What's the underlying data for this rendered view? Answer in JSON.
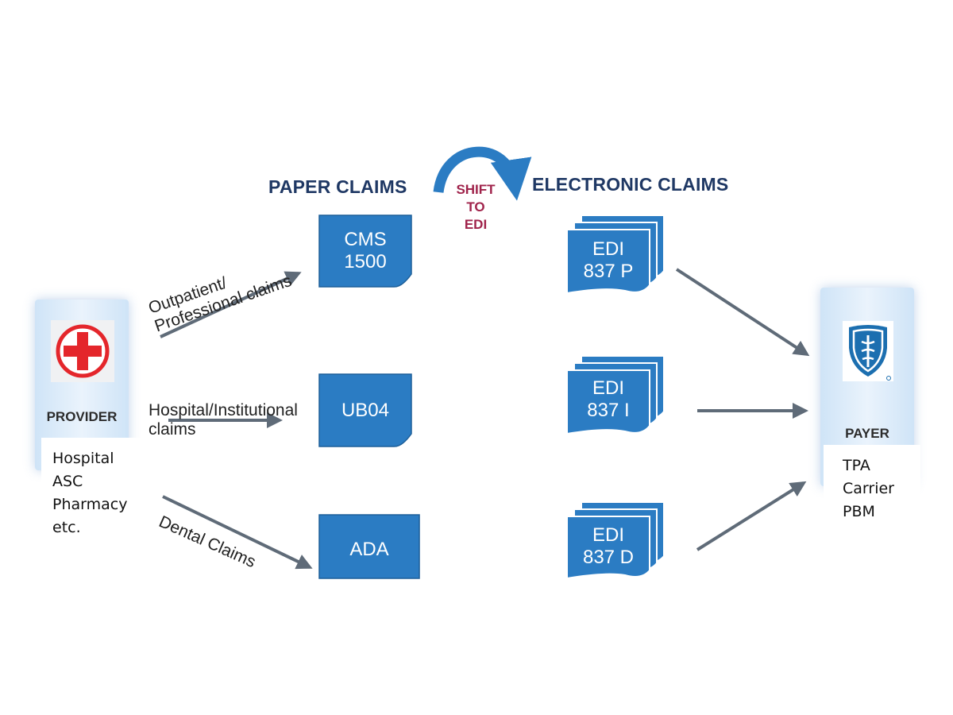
{
  "headings": {
    "paper": "PAPER CLAIMS",
    "electronic": "ELECTRONIC CLAIMS",
    "shift_lines": [
      "SHIFT",
      "TO",
      "EDI"
    ]
  },
  "provider": {
    "title": "PROVIDER",
    "icon": "red-cross-icon",
    "types": [
      "Hospital",
      "ASC",
      "Pharmacy",
      "etc."
    ]
  },
  "payer": {
    "title": "PAYER",
    "icon": "blue-shield-caduceus-icon",
    "types": [
      "TPA",
      "Carrier",
      "PBM"
    ]
  },
  "claim_paths": [
    {
      "label_lines": [
        "Outpatient/",
        "Professional claims"
      ],
      "paper_form": [
        "CMS",
        "1500"
      ],
      "edi_form": [
        "EDI",
        "837 P"
      ]
    },
    {
      "label_lines": [
        "Hospital/Institutional",
        "claims"
      ],
      "paper_form": [
        "UB04"
      ],
      "edi_form": [
        "EDI",
        "837 I"
      ]
    },
    {
      "label_lines": [
        "Dental Claims"
      ],
      "paper_form": [
        "ADA"
      ],
      "edi_form": [
        "EDI",
        "837 D"
      ]
    }
  ],
  "colors": {
    "document_fill": "#2b7cc3",
    "heading": "#1f3864",
    "shift_text": "#a0234b",
    "arrow": "#5f6b78",
    "cross": "#e4262b",
    "shield": "#1c6fb0"
  }
}
